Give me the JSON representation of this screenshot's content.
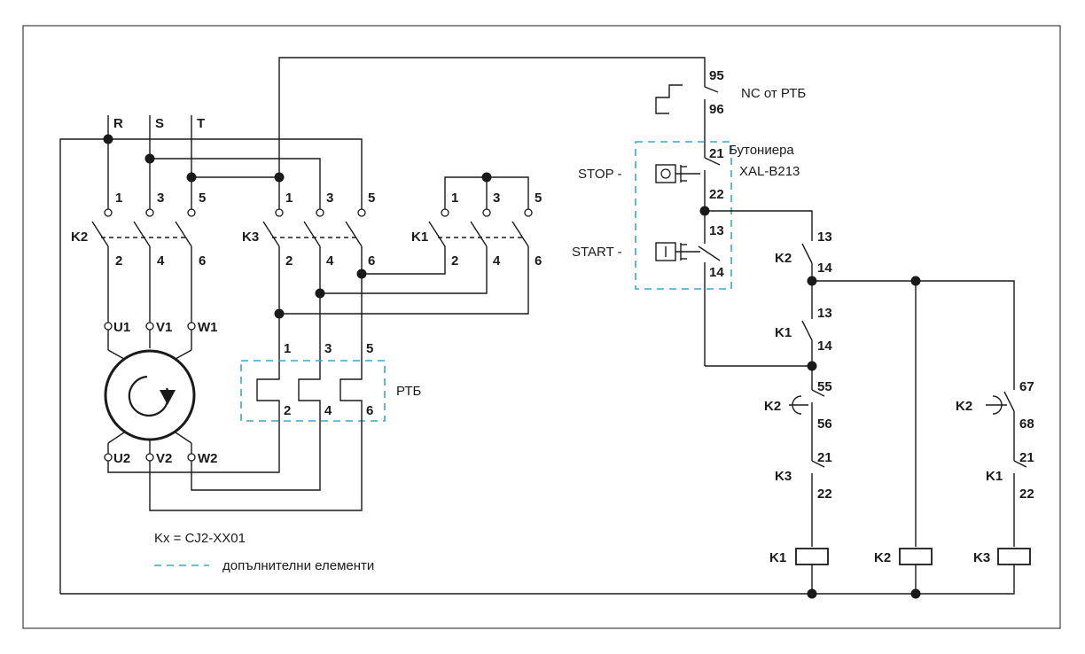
{
  "phases": [
    "R",
    "S",
    "T"
  ],
  "contactors": {
    "k2_power": {
      "name": "K2",
      "top": [
        "1",
        "3",
        "5"
      ],
      "bottom": [
        "2",
        "4",
        "6"
      ]
    },
    "k3_power": {
      "name": "K3",
      "top": [
        "1",
        "3",
        "5"
      ],
      "bottom": [
        "2",
        "4",
        "6"
      ]
    },
    "k1_power": {
      "name": "K1",
      "top": [
        "1",
        "3",
        "5"
      ],
      "bottom": [
        "2",
        "4",
        "6"
      ]
    }
  },
  "motor": {
    "top": [
      "U1",
      "V1",
      "W1"
    ],
    "bottom": [
      "U2",
      "V2",
      "W2"
    ]
  },
  "relay": {
    "label": "РТБ",
    "top": [
      "1",
      "3",
      "5"
    ],
    "bottom": [
      "2",
      "4",
      "6"
    ]
  },
  "control": {
    "nc_label": "NC от РТБ",
    "nc_terms": [
      "95",
      "96"
    ],
    "pushbutton_title": "Бутониера",
    "pushbutton_model": "XAL-B213",
    "stop_label": "STOP -",
    "start_label": "START -",
    "stop_terms": [
      "21",
      "22"
    ],
    "start_terms": [
      "13",
      "14"
    ],
    "k2_contact": {
      "name": "K2",
      "terms": [
        "13",
        "14"
      ]
    },
    "k1_contact": {
      "name": "K1",
      "terms": [
        "13",
        "14"
      ]
    },
    "k2_timed": {
      "name": "K2",
      "terms": [
        "55",
        "56"
      ]
    },
    "k3_inter": {
      "name": "K3",
      "terms": [
        "21",
        "22"
      ]
    },
    "k2_timed2": {
      "name": "K2",
      "terms": [
        "67",
        "68"
      ]
    },
    "k1_inter": {
      "name": "K1",
      "terms": [
        "21",
        "22"
      ]
    },
    "coils": [
      "K1",
      "K2",
      "K3"
    ]
  },
  "legend": {
    "model": "Kx = CJ2-XX01",
    "dashed": "допълнителни елементи"
  },
  "colors": {
    "line": "#1a1a1a",
    "dashed": "#3aa8c8"
  }
}
